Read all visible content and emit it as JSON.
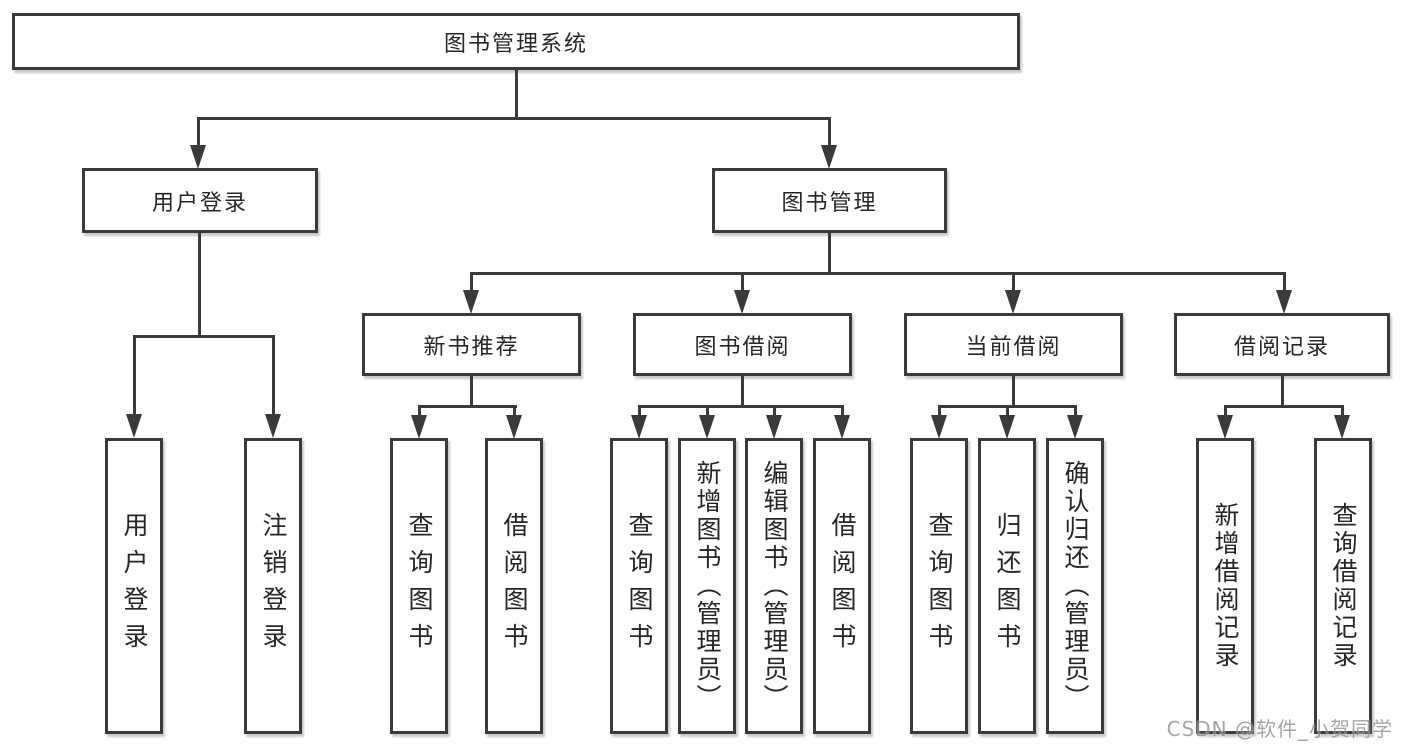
{
  "tree": {
    "root": {
      "label": "图书管理系统"
    },
    "branches": [
      {
        "label": "用户登录",
        "leaves": [
          {
            "label": "用户登录"
          },
          {
            "label": "注销登录"
          }
        ]
      },
      {
        "label": "图书管理",
        "children": [
          {
            "label": "新书推荐",
            "leaves": [
              {
                "label": "查询图书"
              },
              {
                "label": "借阅图书"
              }
            ]
          },
          {
            "label": "图书借阅",
            "leaves": [
              {
                "label": "查询图书"
              },
              {
                "label": "新增图书（管理员）"
              },
              {
                "label": "编辑图书（管理员）"
              },
              {
                "label": "借阅图书"
              }
            ]
          },
          {
            "label": "当前借阅",
            "leaves": [
              {
                "label": "查询图书"
              },
              {
                "label": "归还图书"
              },
              {
                "label": "确认归还（管理员）"
              }
            ]
          },
          {
            "label": "借阅记录",
            "leaves": [
              {
                "label": "新增借阅记录"
              },
              {
                "label": "查询借阅记录"
              }
            ]
          }
        ]
      }
    ]
  },
  "watermark": "CSDN @软件_小贺同学",
  "colors": {
    "line": "#3a3a3a",
    "text": "#262626",
    "background": "#ffffff",
    "watermark": "#8f8f8f"
  }
}
